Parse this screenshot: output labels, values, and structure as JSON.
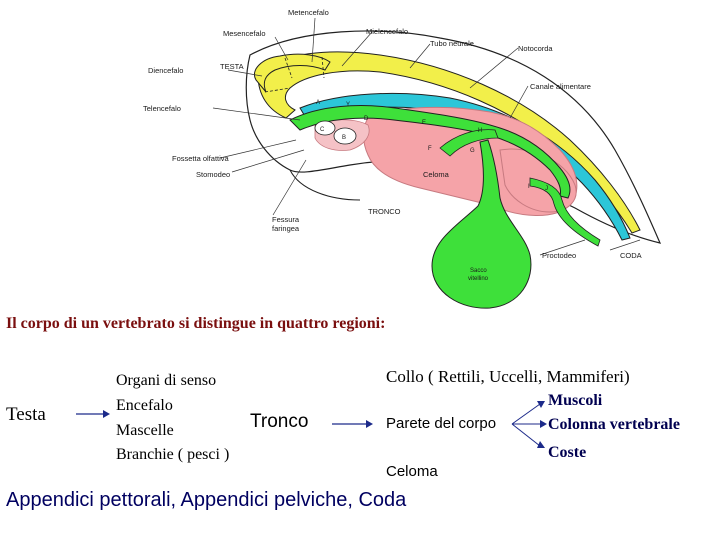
{
  "diagram": {
    "labels": {
      "metencefalo": "Metencefalo",
      "mesencefalo": "Mesencefalo",
      "mielencefalo": "Mielencefalo",
      "tubo_neurale": "Tubo neurale",
      "notocorda": "Notocorda",
      "diencefalo": "Diencefalo",
      "testa": "TESTA",
      "canale_alimentare": "Canale alimentare",
      "telencefalo": "Telencefalo",
      "fossetta_olfattiva": "Fossetta olfattiva",
      "stomodeo": "Stomodeo",
      "fessura_faringea_1": "Fessura",
      "fessura_faringea_2": "faringea",
      "celoma": "Celoma",
      "tronco": "TRONCO",
      "proctodeo": "Proctodeo",
      "coda": "CODA",
      "sacco_1": "Sacco",
      "sacco_2": "vitellino"
    },
    "letters": {
      "a": "A",
      "b": "B",
      "c": "C",
      "d": "D",
      "e": "E",
      "f": "F",
      "g": "G",
      "h": "H",
      "i": "I",
      "j": "J",
      "y": "Y"
    },
    "colors": {
      "neural_tube": "#f2ef4a",
      "notochord": "#2cc6d8",
      "gut": "#3ee03a",
      "coelom": "#f5a3a8",
      "coelom_border": "#c77a80",
      "outline": "#222222"
    }
  },
  "text": {
    "intro": "Il corpo di un vertebrato si distingue in quattro regioni:",
    "testa": "Testa",
    "organi": [
      "Organi di senso",
      "Encefalo",
      "Mascelle",
      "Branchie ( pesci )"
    ],
    "tronco": "Tronco",
    "collo": "Collo ( Rettili, Uccelli, Mammiferi)",
    "parete": "Parete del corpo",
    "celoma": "Celoma",
    "muscoli": "Muscoli",
    "colonna": "Colonna vertebrale",
    "coste": "Coste",
    "appendici": "Appendici pettorali, Appendici pelviche, Coda"
  }
}
